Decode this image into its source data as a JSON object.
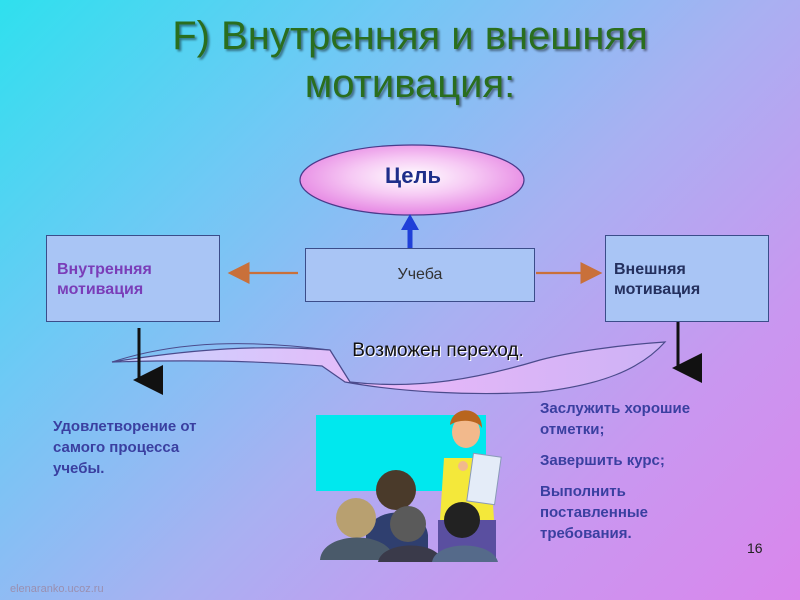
{
  "title": {
    "line1": "F) Внутренняя и внешняя",
    "line2": "мотивация:"
  },
  "goal": {
    "label": "Цель"
  },
  "center": {
    "label": "Учеба"
  },
  "left_box": {
    "line1": "Внутренняя",
    "line2": "мотивация"
  },
  "right_box": {
    "line1": "Внешняя",
    "line2": "мотивация"
  },
  "transition": {
    "label": "Возможен переход."
  },
  "left_result": {
    "lines": [
      "Удовлетворение от",
      "самого процесса",
      "учебы."
    ]
  },
  "right_results": [
    {
      "lines": [
        "Заслужить хорошие",
        "отметки;"
      ]
    },
    {
      "lines": [
        "Завершить курс;"
      ]
    },
    {
      "lines": [
        "Выполнить",
        "поставленные",
        "требования."
      ]
    }
  ],
  "page_number": "16",
  "footer_text": "elenaranko.ucoz.ru",
  "colors": {
    "title": "#2a6e1e",
    "box_fill": "#a9c5f5",
    "arrow_orange": "#c9703a",
    "arrow_blue": "#1f3fd8",
    "list_text": "#3a3fa0"
  }
}
